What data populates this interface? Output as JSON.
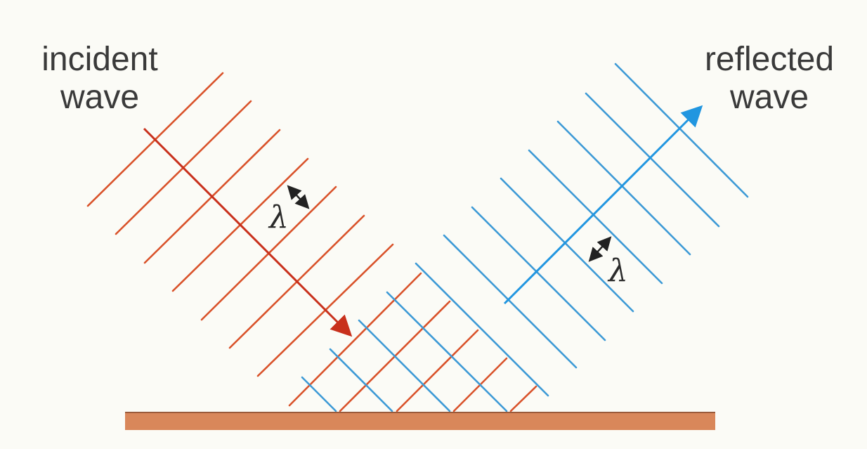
{
  "incident": {
    "label_line1": "incident",
    "label_line2": "wave",
    "color": "#d9522a",
    "arrow_color": "#c8301c"
  },
  "reflected": {
    "label_line1": "reflected",
    "label_line2": "wave",
    "color": "#3d9ad6",
    "arrow_color": "#2196e0"
  },
  "wavelength_symbol": "λ",
  "surface": {
    "color": "#d9875a",
    "edge_color": "#9a5a3a"
  }
}
